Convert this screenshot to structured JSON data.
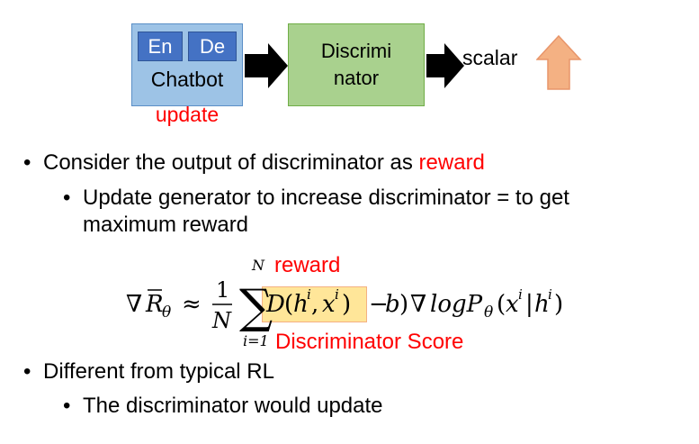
{
  "diagram": {
    "chatbot": {
      "en": "En",
      "de": "De",
      "label": "Chatbot"
    },
    "update": "update",
    "discriminator": "Discrimi\nnator",
    "scalar": "scalar",
    "colors": {
      "chatbot_fill": "#9dc3e6",
      "encoder_fill": "#4472c4",
      "discriminator_fill": "#a9d18e",
      "update_red": "#ff0000",
      "up_arrow": "#f4b183"
    }
  },
  "bullets": [
    {
      "prefix": "Consider the output of discriminator as ",
      "highlight": "reward",
      "sub": "Update generator to increase discriminator = to get maximum reward"
    },
    {
      "prefix": "Different from typical RL",
      "highlight": "",
      "sub": "The discriminator would update"
    }
  ],
  "formula": {
    "reward_label": "reward",
    "score_label": "Discriminator Score",
    "sum_upper": "N",
    "sum_lower": "i=1",
    "frac_num": "1",
    "frac_den": "N"
  }
}
